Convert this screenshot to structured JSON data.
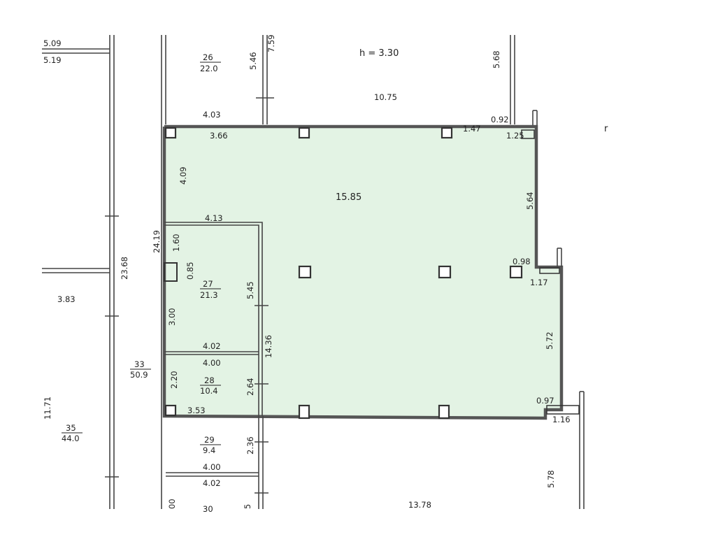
{
  "header": {
    "height_label": "h  =  3.30",
    "north_mark": "r"
  },
  "selected_area": {
    "fill_color": "#e3f3e4",
    "main_width": "15.85",
    "top_segment": "3.66",
    "top_right_segment": "1.47",
    "top_far_right": "1.25",
    "top_gap": "0.92",
    "left_height": "24.19",
    "inner_left": "4.09",
    "right_upper": "5.64",
    "right_notch_upper": "0.98",
    "right_notch_lower": "1.17",
    "right_lower": "5.72",
    "bottom_notch_upper": "0.97",
    "bottom_notch_lower": "1.16",
    "bottom_left": "3.53",
    "inner_vertical": "14.36"
  },
  "rooms": [
    {
      "number": "26",
      "area": "22.0"
    },
    {
      "number": "27",
      "area": "21.3"
    },
    {
      "number": "28",
      "area": "10.4"
    },
    {
      "number": "29",
      "area": "9.4"
    },
    {
      "number": "33",
      "area": "50.9"
    },
    {
      "number": "35",
      "area": "44.0"
    },
    {
      "number": "30",
      "area": ""
    }
  ],
  "dimensions": {
    "d509": "5.09",
    "d519": "5.19",
    "d546": "5.46",
    "d759": "7.59",
    "d568": "5.68",
    "d1075": "10.75",
    "d403": "4.03",
    "d413": "4.13",
    "d160": "1.60",
    "d085": "0.85",
    "d545": "5.45",
    "d300": "3.00",
    "d402a": "4.02",
    "d400a": "4.00",
    "d220": "2.20",
    "d264": "2.64",
    "d2368": "23.68",
    "d383": "3.83",
    "d1171": "11.71",
    "d236": "2.36",
    "d400b": "4.00",
    "d402b": "4.02",
    "d578": "5.78",
    "d1378": "13.78",
    "d000": "00",
    "d5": "5"
  }
}
